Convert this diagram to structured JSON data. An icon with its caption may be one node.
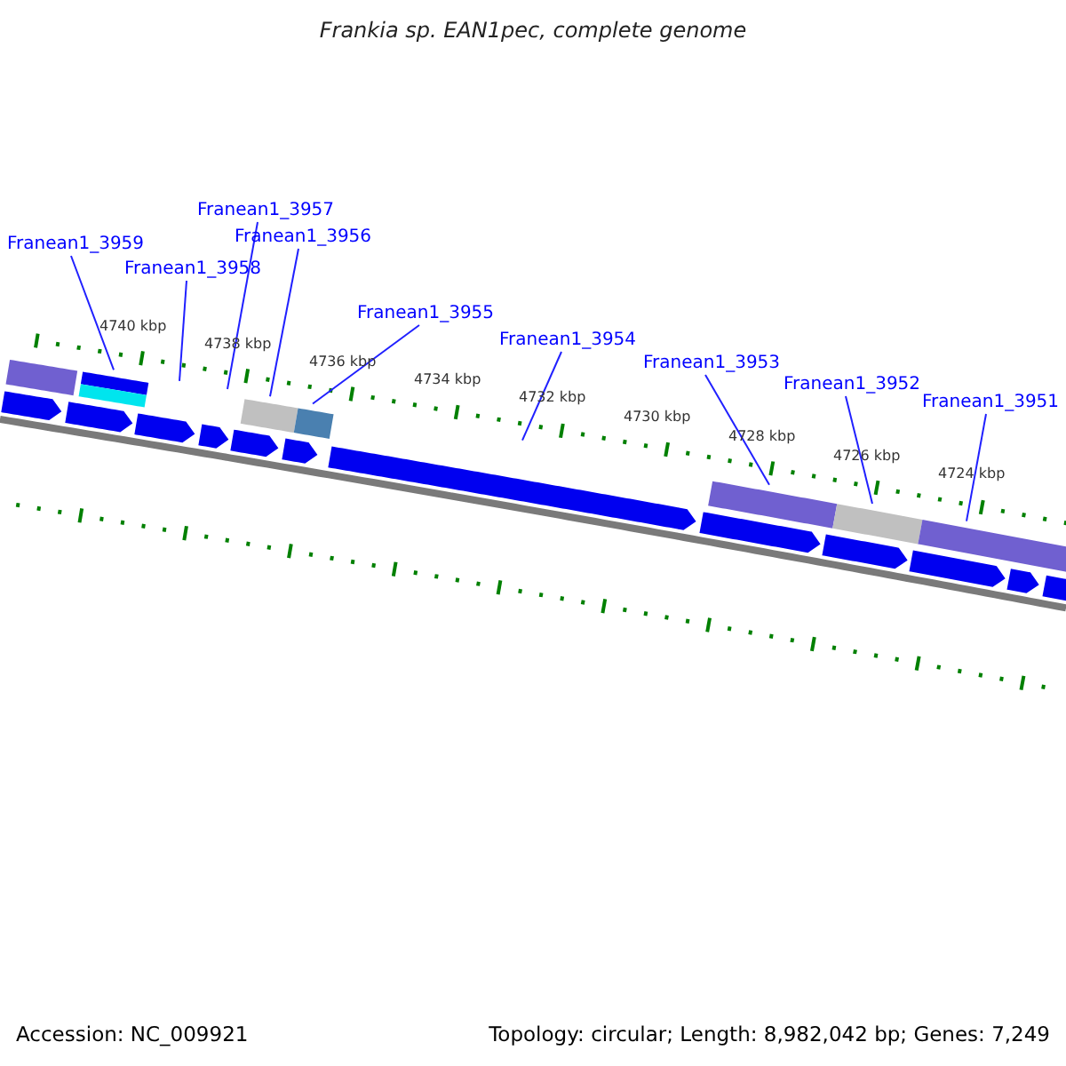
{
  "diagram": {
    "title": "Frankia sp. EAN1pec, complete genome",
    "nodes": [
      {
        "text": [
          "Franean1_3959"
        ]
      },
      {
        "text": [
          "Franean1_3958"
        ]
      },
      {
        "text": [
          "Franean1_3957"
        ]
      },
      {
        "text": [
          "Franean1_3956"
        ]
      },
      {
        "text": [
          "Franean1_3955"
        ]
      },
      {
        "text": [
          "Franean1_3954"
        ]
      },
      {
        "text": [
          "Franean1_3953"
        ]
      },
      {
        "text": [
          "Franean1_3952"
        ]
      },
      {
        "text": [
          "Franean1_3951"
        ]
      }
    ],
    "edges": [
      {
        "from": 0,
        "to": null,
        "arrow": "none"
      },
      {
        "from": 1,
        "to": null,
        "arrow": "none"
      },
      {
        "from": 2,
        "to": null,
        "arrow": "none"
      },
      {
        "from": 3,
        "to": null,
        "arrow": "none"
      },
      {
        "from": 4,
        "to": null,
        "arrow": "none"
      },
      {
        "from": 5,
        "to": null,
        "arrow": "none"
      },
      {
        "from": 6,
        "to": null,
        "arrow": "none"
      },
      {
        "from": 7,
        "to": null,
        "arrow": "none"
      },
      {
        "from": 8,
        "to": null,
        "arrow": "none"
      }
    ],
    "labels": [
      "4740 kbp",
      "4738 kbp",
      "4736 kbp",
      "4734 kbp",
      "4732 kbp",
      "4730 kbp",
      "4728 kbp",
      "4726 kbp",
      "4724 kbp",
      "Accession: NC_009921",
      "Topology: circular; Length: 8,982,042 bp; Genes: 7,249"
    ]
  }
}
